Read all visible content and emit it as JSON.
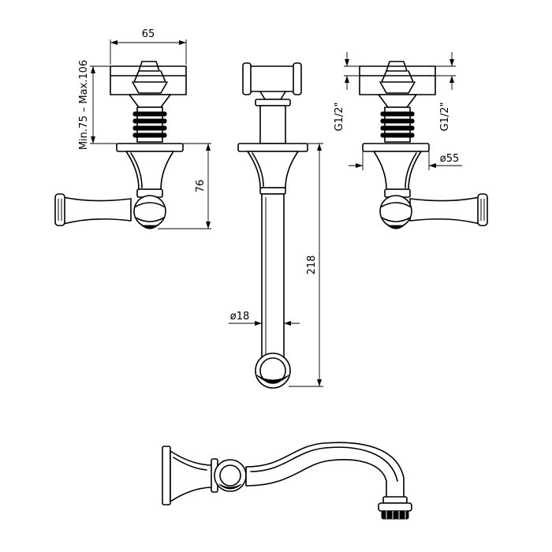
{
  "dimensions": {
    "handle_width": "65",
    "wall_range": "Min.75 – Max.106",
    "handle_height": "76",
    "spout_length": "218",
    "spout_diameter": "ø18",
    "flange_diameter": "ø55",
    "thread_left": "G1/2\"",
    "thread_right": "G1/2\""
  }
}
